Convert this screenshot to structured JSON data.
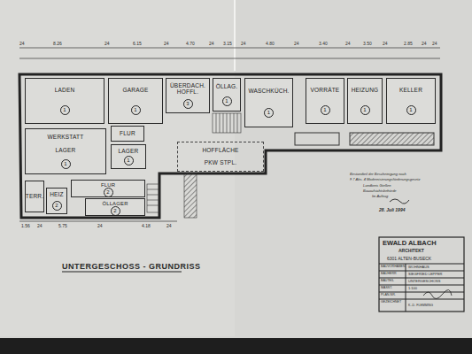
{
  "diagram": {
    "title": "UNTERGESCHOSS - GRUNDRISS",
    "nodes": [
      {
        "text": [
          "LADEN",
          "1"
        ]
      },
      {
        "text": [
          "GARAGE",
          "1"
        ]
      },
      {
        "text": [
          "ÜBERDACH. HOFFL.",
          "3"
        ]
      },
      {
        "text": [
          "ÖLLAG.",
          "1"
        ]
      },
      {
        "text": [
          "WASCHKÜCH.",
          "1"
        ]
      },
      {
        "text": [
          "VORRÄTE",
          "1"
        ]
      },
      {
        "text": [
          "HEIZUNG",
          "1"
        ]
      },
      {
        "text": [
          "KELLER",
          "1"
        ]
      },
      {
        "text": [
          "WERKSTATT",
          "LAGER",
          "1"
        ]
      },
      {
        "text": [
          "FLUR"
        ]
      },
      {
        "text": [
          "LAGER",
          "1"
        ]
      },
      {
        "text": [
          "HOFFLÄCHE",
          "PKW STPL."
        ]
      },
      {
        "text": [
          "TERR."
        ]
      },
      {
        "text": [
          "HEIZ",
          "2"
        ]
      },
      {
        "text": [
          "FLUR",
          "2"
        ]
      },
      {
        "text": [
          "ÖLLAGER",
          "2"
        ]
      }
    ],
    "labels": [
      "EWALD ALBACH",
      "ARCHITEKT",
      "6301 ALTEN-BUSECK",
      "BAUVORHABEN",
      "WOHNHAUS",
      "BAUHERR",
      "SIEGFRIED LEPPER",
      "BAUTEIL",
      "UNTERGESCHOSS",
      "MASST.",
      "1:100",
      "PLAN-NR.",
      "GEZEICHNET",
      "K.-D. FLEMMING",
      "Bestandteil der Bescheinigung nach",
      "§ 7 Abs. 4 Modernisierungsförderungsgesetz",
      "Landkreis Gießen",
      "Bauaufsichtsbehörde",
      "Im Auftrag",
      "28. Juli 1994",
      "24",
      "8.26",
      "24",
      "6.15",
      "24",
      "4.70",
      "24",
      "3.15",
      "24",
      "4.80",
      "24",
      "3.40",
      "24",
      "3.50",
      "24",
      "2.85",
      "24",
      "24",
      "1.56",
      "24",
      "5.75",
      "24",
      "4.18",
      "24"
    ]
  }
}
